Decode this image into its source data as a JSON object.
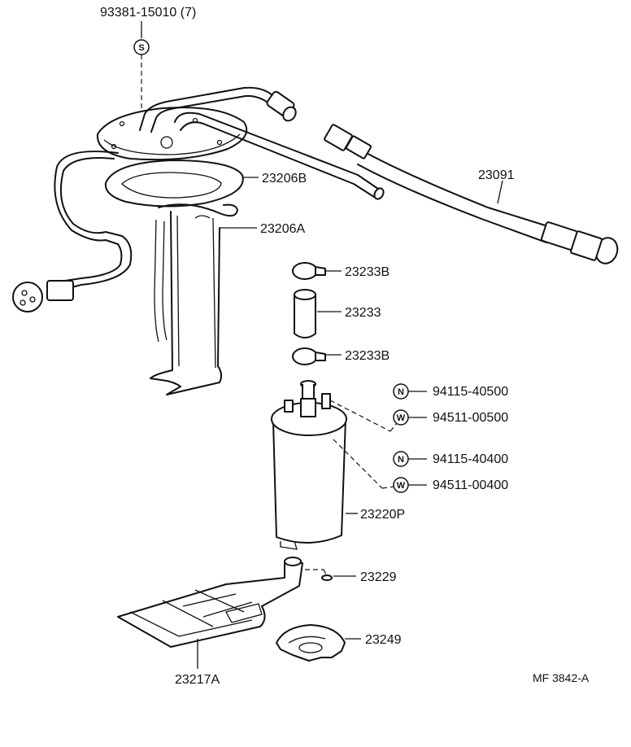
{
  "labels": {
    "p93381": "93381-15010 (7)",
    "p23206B": "23206B",
    "p23206A": "23206A",
    "p23091": "23091",
    "p23233B_top": "23233B",
    "p23233": "23233",
    "p23233B_bot": "23233B",
    "p94115_40500": "94115-40500",
    "p94511_00500": "94511-00500",
    "p94115_40400": "94115-40400",
    "p94511_00400": "94511-00400",
    "p23220P": "23220P",
    "p23229": "23229",
    "p23249": "23249",
    "p23217A": "23217A",
    "drawing_id": "MF 3842-A"
  },
  "symbols": {
    "s_top": "S",
    "n_upper": "N",
    "w_upper": "W",
    "n_lower": "N",
    "w_lower": "W"
  }
}
